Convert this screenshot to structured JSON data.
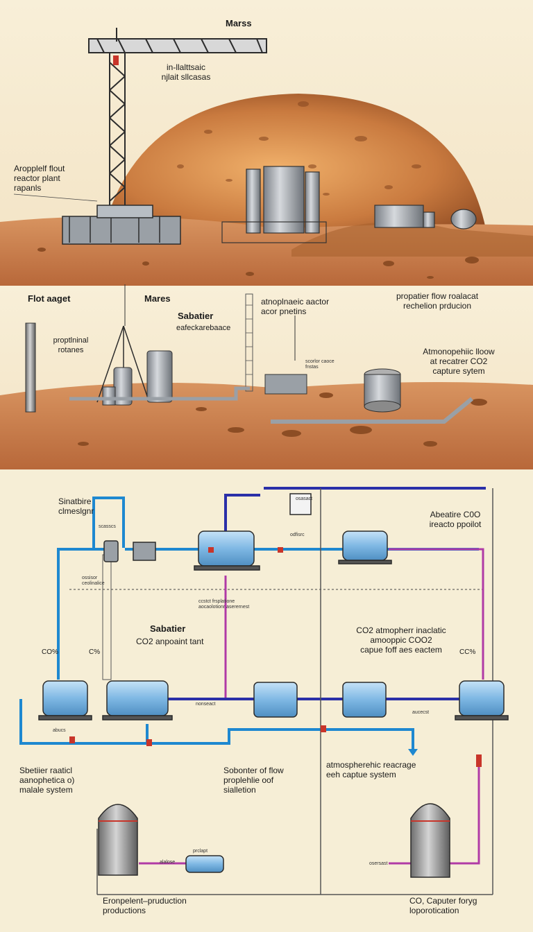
{
  "scene_top": {
    "title": "Marss",
    "crane_label": "in-llalttsaic\nnjlait sllcasas",
    "left_label": "Aropplelf flout\nreactor plant\nrapanls"
  },
  "scene_mid": {
    "left_title": "Flot aaget",
    "center_title": "Mares",
    "sabatier": "Sabatier",
    "sabatier_sub": "eafeckarebaace",
    "rotaries": "proptlninal\nrotanes",
    "reactor": "atnoplnaeic aactor\nacor pnetins",
    "reactor_small": "scorlor caoce\nfnstas",
    "propellant": "propatier flow roalacat\nrechelion prducion",
    "capture": "Atmonopehiic lloow\nat recatrer CO2\ncapture sytem"
  },
  "schematic": {
    "top_left": "Sinatbire\nclmeslgnr",
    "top_right": "Abeatire C0O\nireacto ppoilot",
    "sabatier_title": "Sabatier",
    "co2_plant": "CO2 anpoaint tant",
    "co2_left": "CO%",
    "co2_mid": "C%",
    "co2_right": "CC%",
    "co2_atmo": "CO2 atmopherr inaclatic\namooppic COO2\ncapue foff aes eactem",
    "left_system": "Sbetiier raaticl\naanophetica o)\nmalale system",
    "flow": "Sobonter of flow\nproplehlie oof\nsialletion",
    "atmo_recharge": "atmospherehic reacrage\neeh captue system",
    "bottom_left": "Eronpelent–pruduction\nproductions",
    "bottom_right": "CO, Caputer foryg\nloporotication",
    "small_valve1": "scasscs",
    "small_valve2": "osasact",
    "small_a": "odfisrc",
    "small_b": "ossisor\nceolinalice",
    "small_c": "ccstct frsplatione\naocaolotionr aserernest",
    "small_d": "nonseact",
    "small_e": "abucs",
    "small_f": "aucecst",
    "small_g": "osersast",
    "small_h": "prclapt",
    "small_i": "alalose"
  },
  "colors": {
    "mars_ground": "#c9814e",
    "mars_dark": "#a35a2c",
    "tank_blue": "#8fc2ea",
    "pipe_blue": "#1e88d0",
    "pipe_magenta": "#b03aa6",
    "pipe_navy": "#2a2fa8",
    "background": "#f6eed6"
  }
}
